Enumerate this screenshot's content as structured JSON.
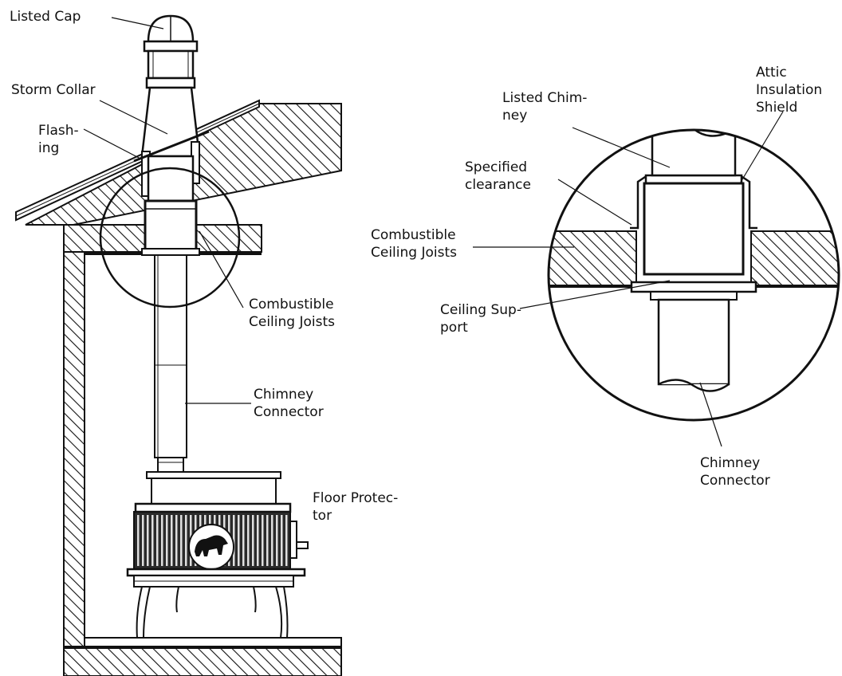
{
  "labels": {
    "listed_cap": "Listed Cap",
    "storm_collar": "Storm Collar",
    "flashing": [
      "Flash-",
      "ing"
    ],
    "combustible_ceiling_joists_left": [
      "Combustible",
      "Ceiling Joists"
    ],
    "chimney_connector_left": [
      "Chimney",
      "Connector"
    ],
    "floor_protector": [
      "Floor Protec-",
      "tor"
    ],
    "listed_chimney": [
      "Listed Chim-",
      "ney"
    ],
    "attic_insulation_shield": [
      "Attic",
      "Insulation",
      "Shield"
    ],
    "specified_clearance": [
      "Specified",
      "clearance"
    ],
    "combustible_ceiling_joists_right": [
      "Combustible",
      "Ceiling Joists"
    ],
    "ceiling_support": [
      "Ceiling Sup-",
      "port"
    ],
    "chimney_connector_right": [
      "Chimney",
      "Connector"
    ]
  },
  "colors": {
    "ink": "#111111",
    "paper": "#ffffff",
    "stove_body": "#2a2a2a"
  },
  "icons": {
    "stove_emblem": "bear-emblem-icon"
  }
}
